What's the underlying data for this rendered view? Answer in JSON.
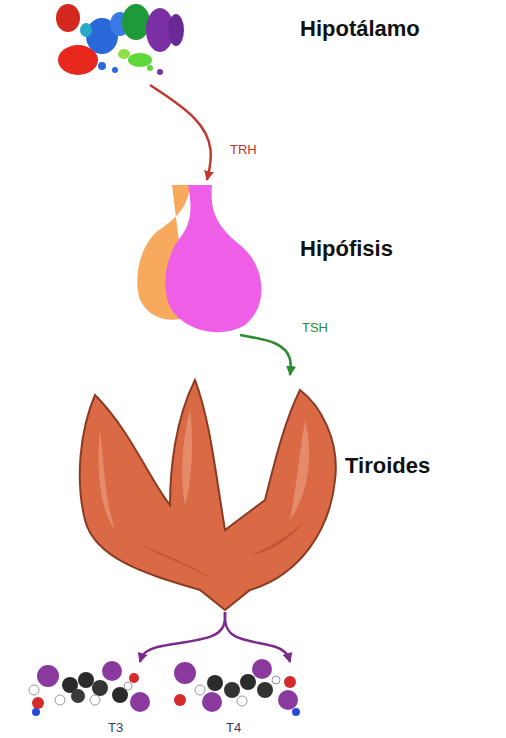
{
  "diagram": {
    "nodes": [
      {
        "text": [
          "Hipotálamo"
        ]
      },
      {
        "text": [
          "Hipófisis"
        ]
      },
      {
        "text": [
          "Tiroides"
        ]
      },
      {
        "text": [
          "T3"
        ]
      },
      {
        "text": [
          "T4"
        ]
      }
    ],
    "edges": [
      {
        "from": 0,
        "to": 1,
        "arrow": "to",
        "label": "TRH"
      },
      {
        "from": 1,
        "to": 2,
        "arrow": "to",
        "label": "TSH"
      },
      {
        "from": 2,
        "to": 3,
        "arrow": "to"
      },
      {
        "from": 2,
        "to": 4,
        "arrow": "to"
      }
    ]
  }
}
